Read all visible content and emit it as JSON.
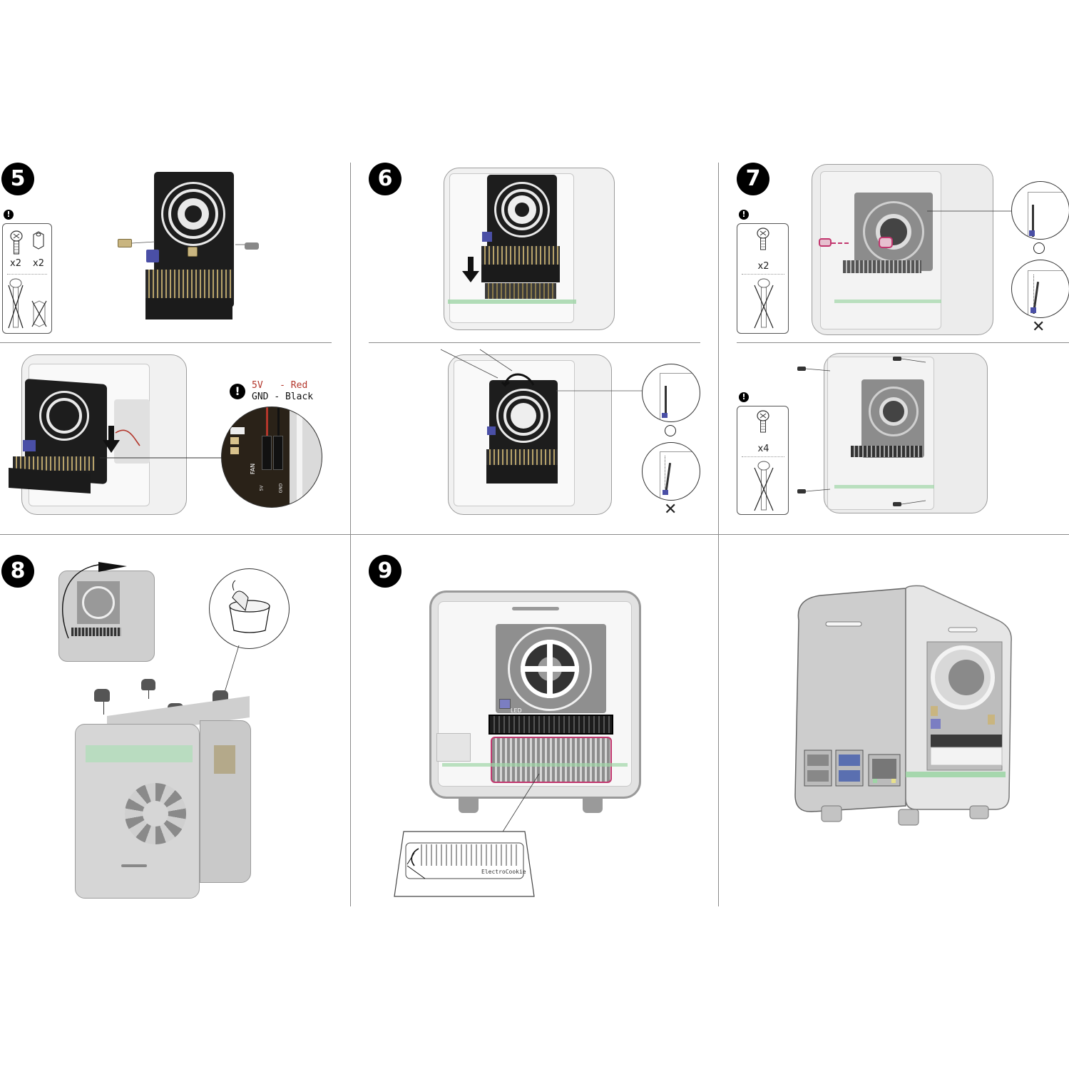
{
  "document": {
    "type": "assembly-instructions",
    "brand_on_label": "ElectroCookie"
  },
  "steps": [
    {
      "number": "5",
      "parts_box": {
        "items": [
          {
            "icon": "screw-icon",
            "qty": "x2"
          },
          {
            "icon": "standoff-icon",
            "qty": "x2"
          }
        ],
        "wrong_items": [
          "long-screw-icon",
          "long-standoff-icon"
        ]
      },
      "wiring_note": {
        "line1_label": "5V",
        "line1_sep": "-",
        "line1_color_name": "Red",
        "line2_label": "GND",
        "line2_sep": "-",
        "line2_color_name": "Black"
      },
      "connector_labels": {
        "fan": "FAN",
        "v5": "5V",
        "gnd": "GND"
      }
    },
    {
      "number": "6",
      "correct_mark": "○",
      "wrong_mark": "✕"
    },
    {
      "number": "7",
      "parts_box_top": {
        "items": [
          {
            "icon": "screw-icon",
            "qty": "x2"
          }
        ],
        "wrong_items": [
          "long-screw-icon"
        ]
      },
      "parts_box_bottom": {
        "items": [
          {
            "icon": "screw-icon",
            "qty": "x4"
          }
        ],
        "wrong_items": [
          "long-screw-icon"
        ]
      },
      "correct_mark": "○",
      "wrong_mark": "✕"
    },
    {
      "number": "8"
    },
    {
      "number": "9",
      "label_sticker_brand": "ElectroCookie",
      "board_led_label": "LED"
    }
  ],
  "colors": {
    "background": "#ffffff",
    "divider": "#8a8a8a",
    "badge": "#000000",
    "red_wire": "#b3362b",
    "highlight_pink": "#c2366e",
    "pcb_black": "#1d1d1d",
    "case_gray": "#d9d9d9",
    "pcb_green": "#9fd5a6",
    "pot_blue": "#4a4fa6"
  }
}
